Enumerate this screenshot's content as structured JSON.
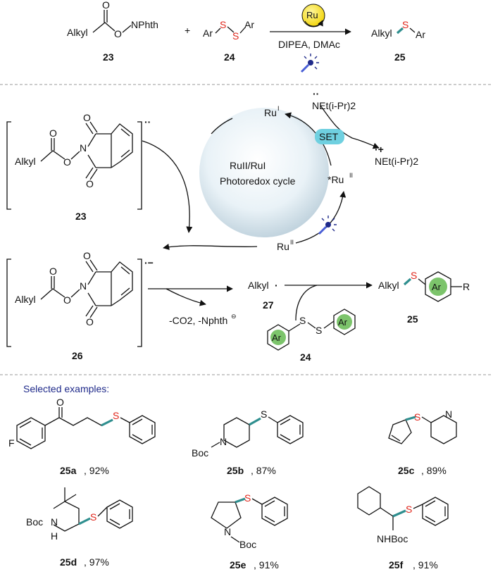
{
  "scheme": {
    "reagent_alkyl": "Alkyl",
    "reagent_nphth": "NPhth",
    "reagent_o": "O",
    "plus": "+",
    "disulfide_ar": "Ar",
    "disulfide_s": "S",
    "label_23": "23",
    "label_24": "24",
    "label_25": "25",
    "catalyst": "Ru",
    "conditions": "DIPEA, DMAc",
    "product_alkyl": "Alkyl",
    "product_s": "S",
    "product_ar": "Ar"
  },
  "mechanism": {
    "alkyl": "Alkyl",
    "o": "O",
    "n": "N",
    "label_23": "23",
    "label_26": "26",
    "label_27": "27",
    "label_24": "24",
    "label_25": "25",
    "cycle_title": "RuII/RuI",
    "cycle_sub": "Photoredox  cycle",
    "ru_i": "Ru",
    "ru_i_sup": "I",
    "ru_ii": "Ru",
    "ru_ii_sup": "II",
    "ru_ii_star": "*Ru",
    "ru_ii_star_sup": "II",
    "amine": "NEt(i-Pr)2",
    "amine_radical": "NEt(i-Pr)2",
    "set": "SET",
    "byproducts": "-CO2, -Nphth",
    "alkyl_radical": "Alkyl",
    "ar": "Ar",
    "s": "S",
    "r": "R"
  },
  "examples": {
    "heading": "Selected examples:",
    "f": "F",
    "o": "O",
    "s": "S",
    "n": "N",
    "boc": "Boc",
    "nh": "N",
    "h": "H",
    "nhboc": "NHBoc",
    "items": [
      {
        "id": "25a",
        "yield": ", 92%"
      },
      {
        "id": "25b",
        "yield": ", 87%"
      },
      {
        "id": "25c",
        "yield": ", 89%"
      },
      {
        "id": "25d",
        "yield": ", 97%"
      },
      {
        "id": "25e",
        "yield": ", 91%"
      },
      {
        "id": "25f",
        "yield": ", 91%"
      }
    ]
  },
  "colors": {
    "sulfur": "#e0261b",
    "highlight_bond": "#2f8f8f",
    "aryl_circle": "#7cc46b",
    "set_bubble": "#6fd0e0",
    "heading": "#1f2a8a"
  }
}
